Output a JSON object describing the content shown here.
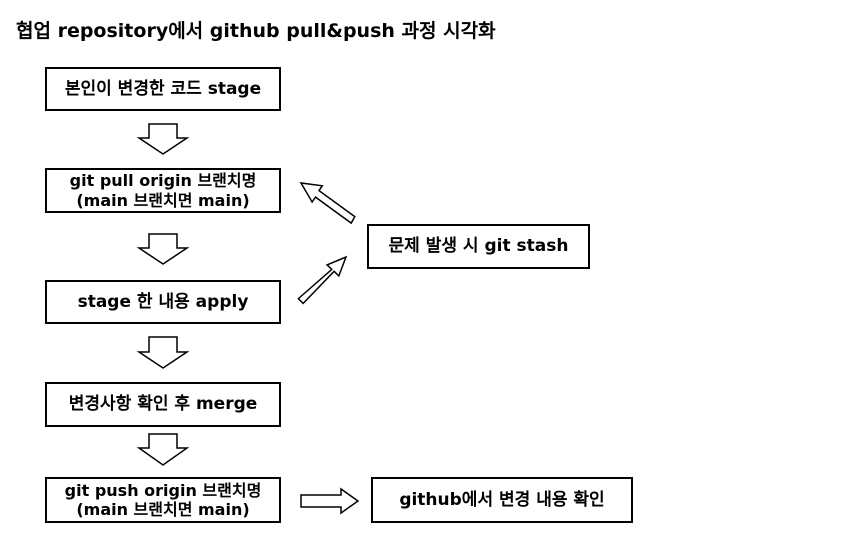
{
  "title": "협업 repository에서 github pull&push 과정 시각화",
  "steps": {
    "stage": "본인이 변경한 코드 stage",
    "pull_line1": "git pull origin 브랜치명",
    "pull_line2": "(main 브랜치면 main)",
    "apply": "stage 한 내용 apply",
    "merge": "변경사항 확인 후 merge",
    "push_line1": "git push origin 브랜치명",
    "push_line2": "(main 브랜치면 main)"
  },
  "side": {
    "stash": "문제 발생 시 git stash",
    "github_check": "github에서 변경 내용 확인"
  },
  "arrows": [
    "arrow-down-icon",
    "arrow-up-right-icon",
    "arrow-right-icon"
  ]
}
